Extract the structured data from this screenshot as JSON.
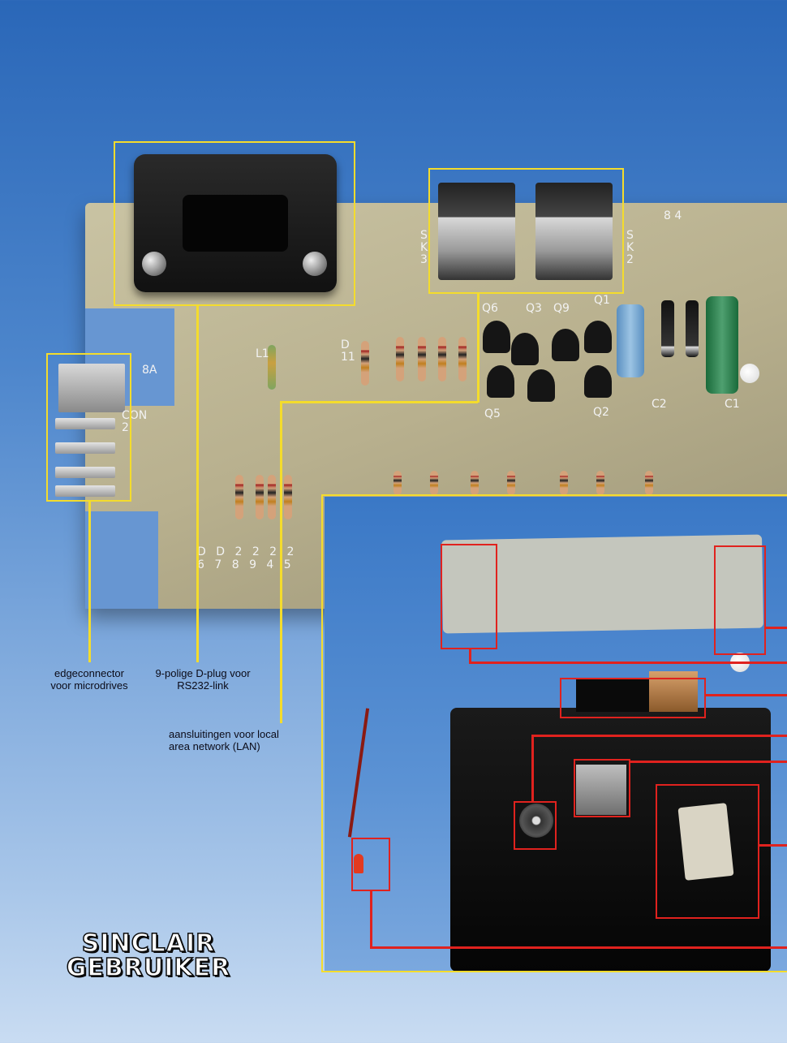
{
  "captions": {
    "edgeconnector": "edgeconnector\nvoor microdrives",
    "dplug": "9-polige D-plug voor\nRS232-link",
    "lan": "aansluitingen voor local\narea network (LAN)"
  },
  "logo": {
    "line1": "SINCLAIR",
    "line2": "GEBRUIKER"
  },
  "board_labels": {
    "sk3": "S\nK\n3",
    "sk2": "S\nK\n2",
    "q6": "Q6",
    "q3": "Q3",
    "q9": "Q9",
    "q1": "Q1",
    "q5": "Q5",
    "q2": "Q2",
    "c2": "C2",
    "c1": "C1",
    "con2": "CON\n2",
    "l1": "L1",
    "d11": "D\n11",
    "label_8a": "8A",
    "label_84": "8 4",
    "row_d": "D D 2 2 2 2",
    "row_n": "6 7 8 9 4 5"
  },
  "colors": {
    "yellow_callout": "#f4dc2c",
    "red_callout": "#e0221e",
    "background_blue": "#4d86cc"
  }
}
